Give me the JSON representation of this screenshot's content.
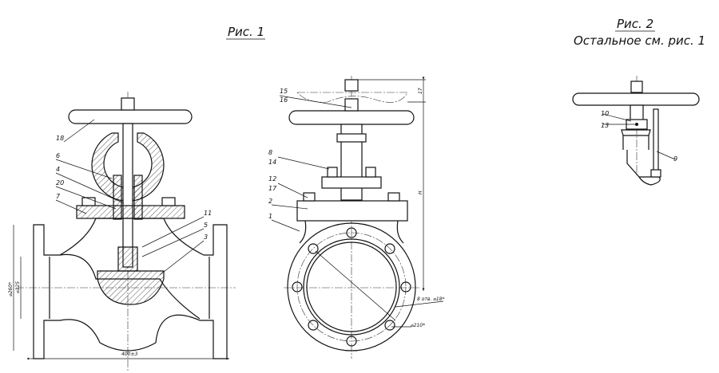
{
  "figure1": {
    "title": "Рис. 1",
    "labels": [
      "18",
      "6",
      "4",
      "20",
      "7",
      "11",
      "5",
      "3"
    ],
    "dims": {
      "flange_diameter": "⌀260*",
      "bore_diameter": "⌀125",
      "length": "400±3"
    }
  },
  "side_view": {
    "labels": [
      "15",
      "16",
      "8",
      "14",
      "12",
      "17",
      "2",
      "1"
    ],
    "dims": {
      "height": "H",
      "top": "17",
      "holes": "8 отв. ⌀18*",
      "bolt_circle": "⌀210*"
    }
  },
  "figure2": {
    "title": "Рис. 2",
    "subtitle": "Остальное см. рис. 1",
    "labels": [
      "10",
      "13",
      "9"
    ]
  }
}
